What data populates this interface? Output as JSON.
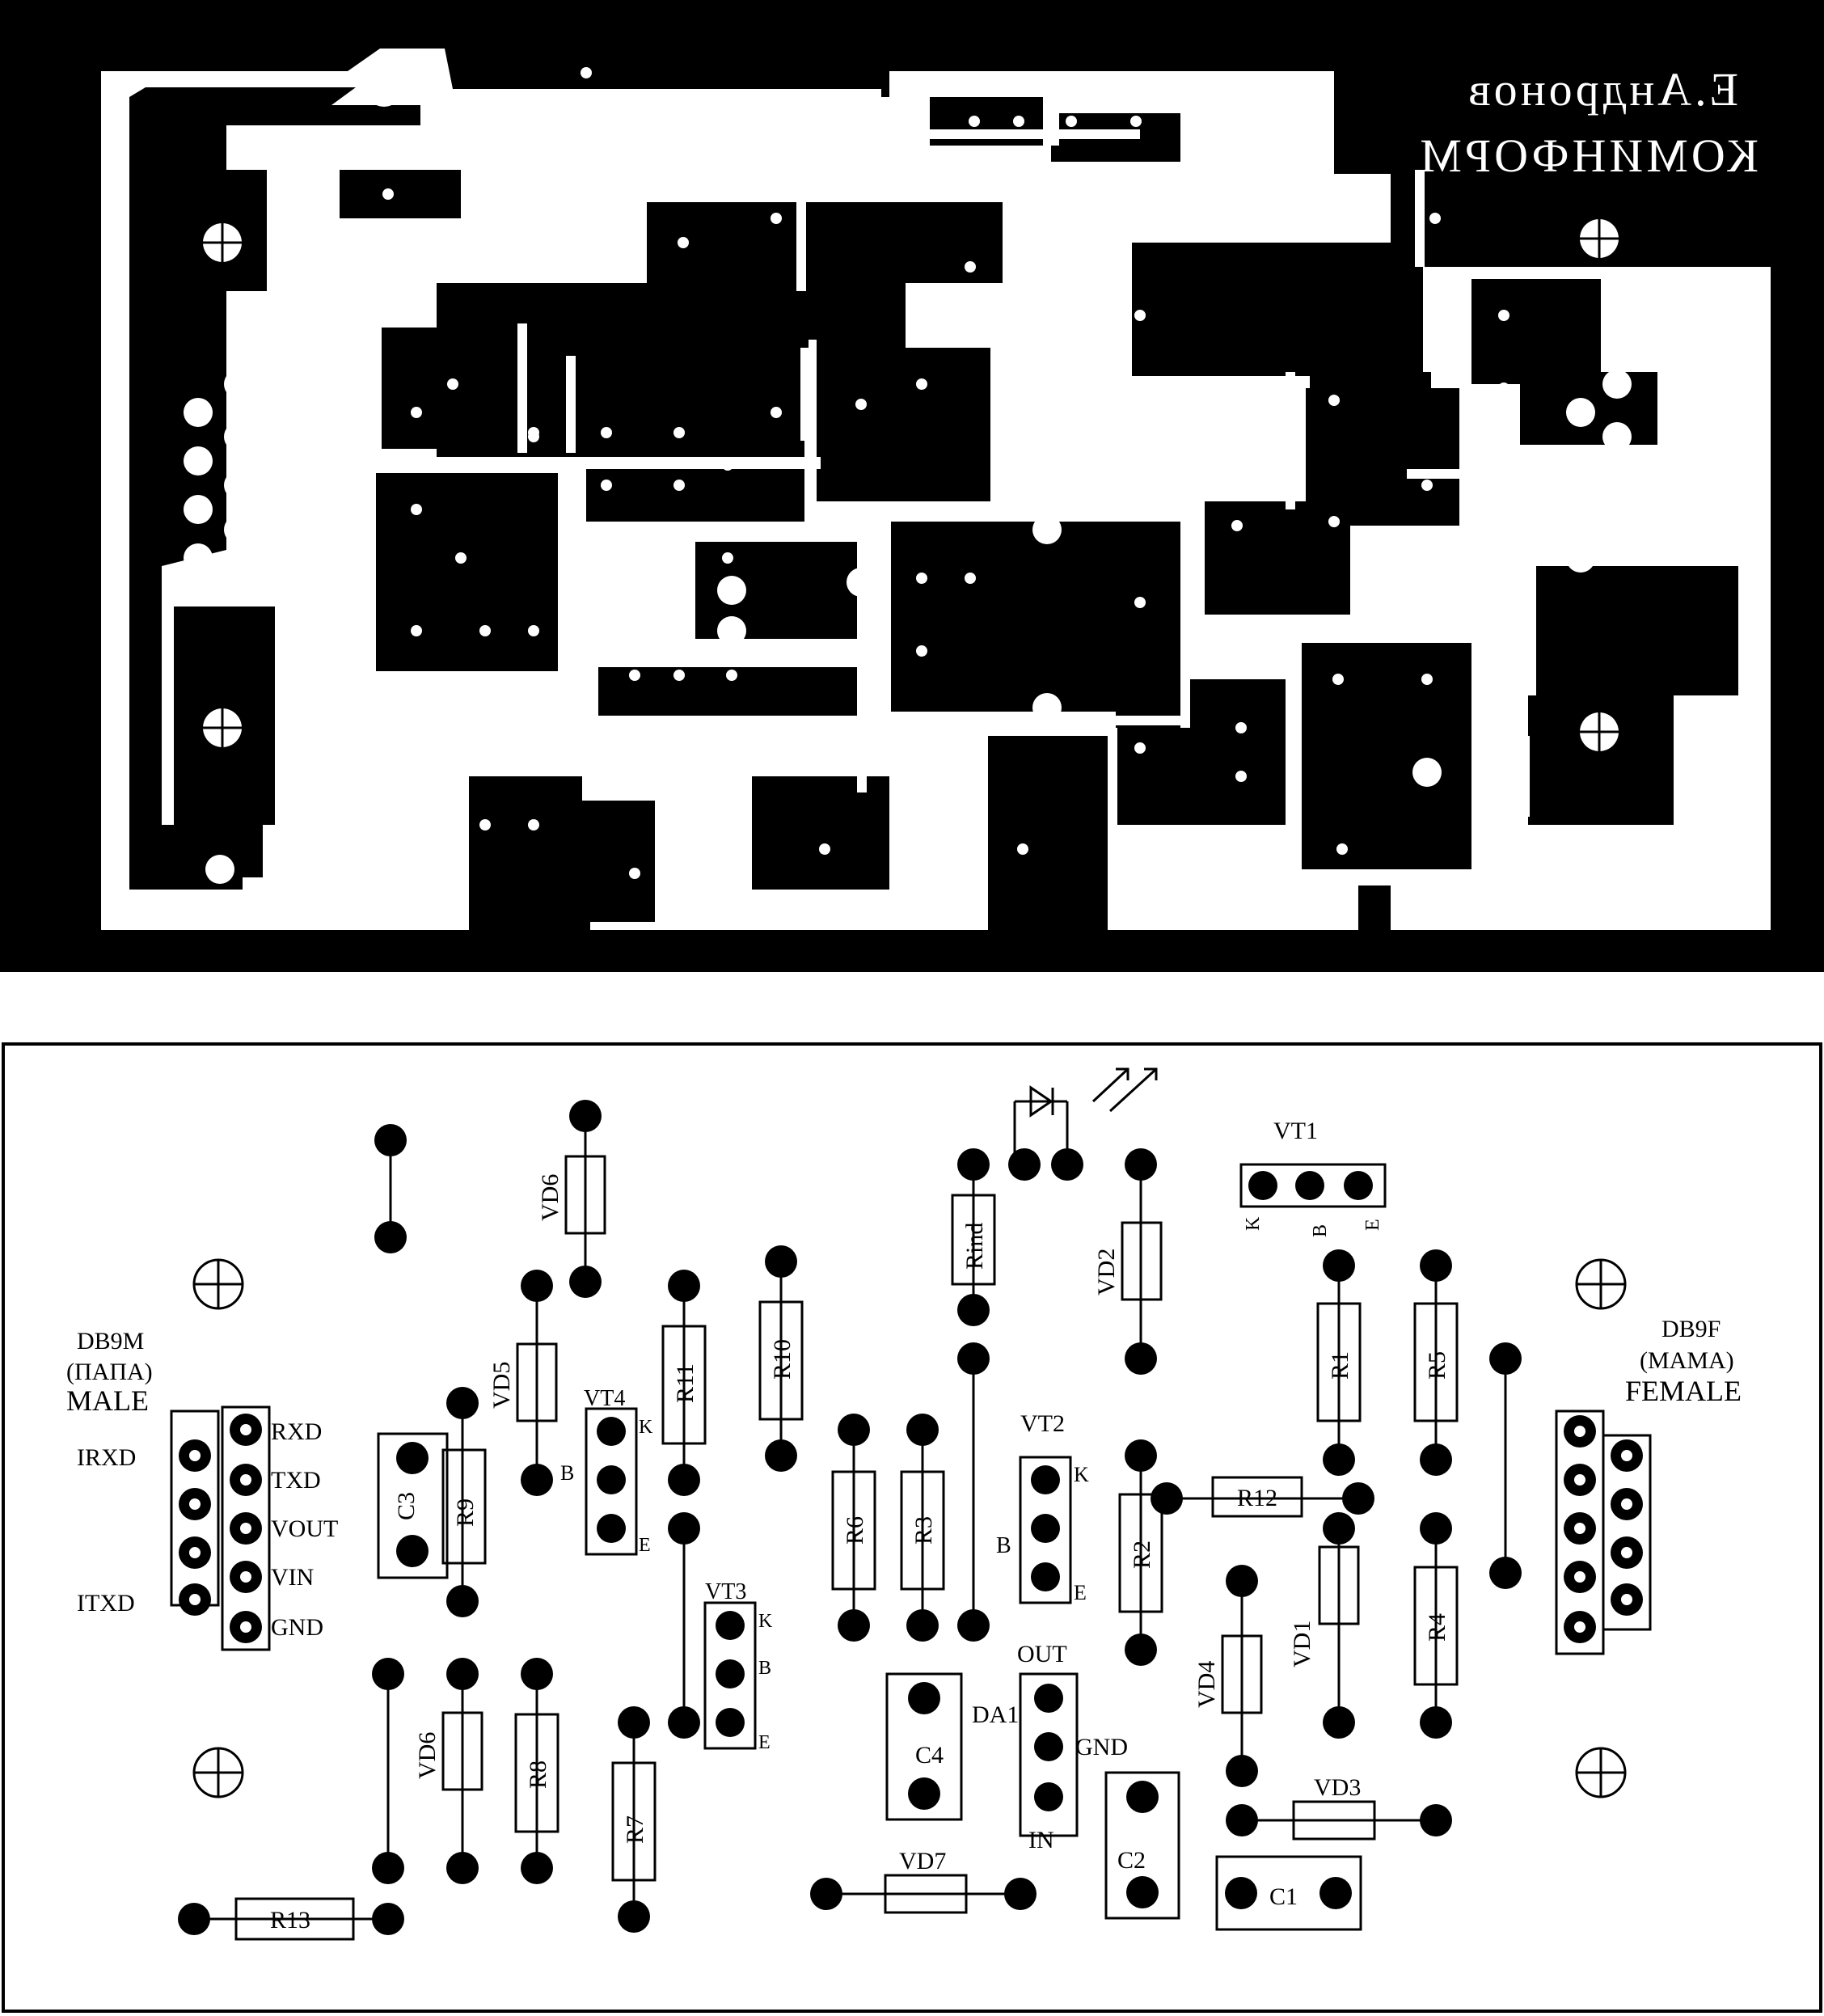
{
  "pcb": {
    "author": "Е.Андронов",
    "company": "КОМИНФОРМ"
  },
  "colors": {
    "ink": "#000000",
    "paper": "#ffffff"
  },
  "labels": {
    "db9m_1": "DB9M",
    "db9m_2": "(ПАПА)",
    "db9m_3": "MALE",
    "db9f_1": "DB9F",
    "db9f_2": "(МАМА)",
    "db9f_3": "FEMALE",
    "irxd": "IRXD",
    "itxd": "ITXD",
    "rxd": "RXD",
    "txd": "TXD",
    "vout": "VOUT",
    "vin": "VIN",
    "gnd": "GND",
    "out": "OUT",
    "gnd2": "GND",
    "in": "IN",
    "da1": "DA1",
    "vt1": "VT1",
    "vt2": "VT2",
    "vt3": "VT3",
    "vt4": "VT4",
    "k": "K",
    "b": "B",
    "e": "E",
    "r1": "R1",
    "r2": "R2",
    "r3": "R3",
    "r4": "R4",
    "r5": "R5",
    "r6": "R6",
    "r7": "R7",
    "r8": "R8",
    "r9": "R9",
    "r10": "R10",
    "r11": "R11",
    "r12": "R12",
    "r13": "R13",
    "rind": "Rind",
    "c1": "C1",
    "c2": "C2",
    "c3": "C3",
    "c4": "C4",
    "vd1": "VD1",
    "vd2": "VD2",
    "vd3": "VD3",
    "vd4": "VD4",
    "vd5": "VD5",
    "vd6": "VD6",
    "vd7": "VD7"
  }
}
